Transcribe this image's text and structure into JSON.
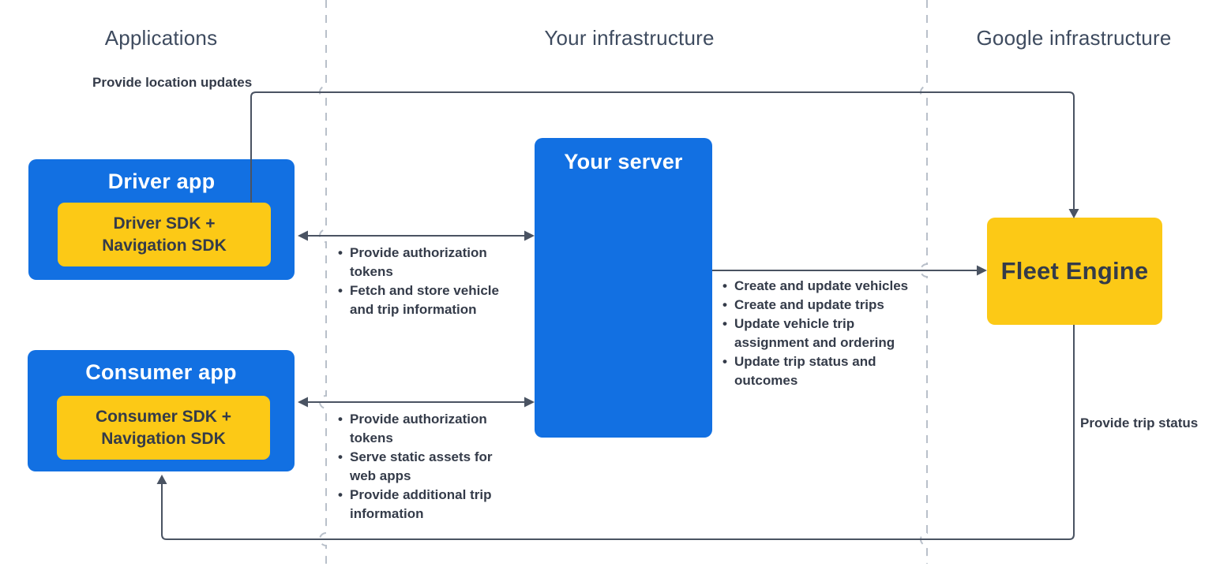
{
  "diagram": {
    "columns": {
      "applications": "Applications",
      "your_infrastructure": "Your infrastructure",
      "google_infrastructure": "Google infrastructure"
    },
    "nodes": {
      "driver_app": {
        "title": "Driver app",
        "sdk": "Driver SDK + Navigation SDK"
      },
      "consumer_app": {
        "title": "Consumer app",
        "sdk": "Consumer SDK + Navigation SDK"
      },
      "your_server": {
        "title": "Your server"
      },
      "fleet_engine": {
        "title": "Fleet Engine"
      }
    },
    "edge_labels": {
      "provide_location_updates": "Provide location updates",
      "provide_trip_status": "Provide trip status"
    },
    "edge_bullets": {
      "driver_server": [
        "Provide authorization tokens",
        "Fetch and store vehicle and trip information"
      ],
      "consumer_server": [
        "Provide authorization tokens",
        "Serve static assets for web apps",
        "Provide additional trip information"
      ],
      "server_fleet": [
        "Create and update vehicles",
        "Create and update trips",
        "Update vehicle trip assignment and ordering",
        "Update trip status and outcomes"
      ]
    },
    "colors": {
      "node_blue": "#1270e2",
      "node_yellow": "#fcc916",
      "connector": "#4a5362",
      "divider_dashed": "#b9c0ca",
      "text_dark": "#343b49",
      "header_text": "#3e4b5f"
    }
  }
}
